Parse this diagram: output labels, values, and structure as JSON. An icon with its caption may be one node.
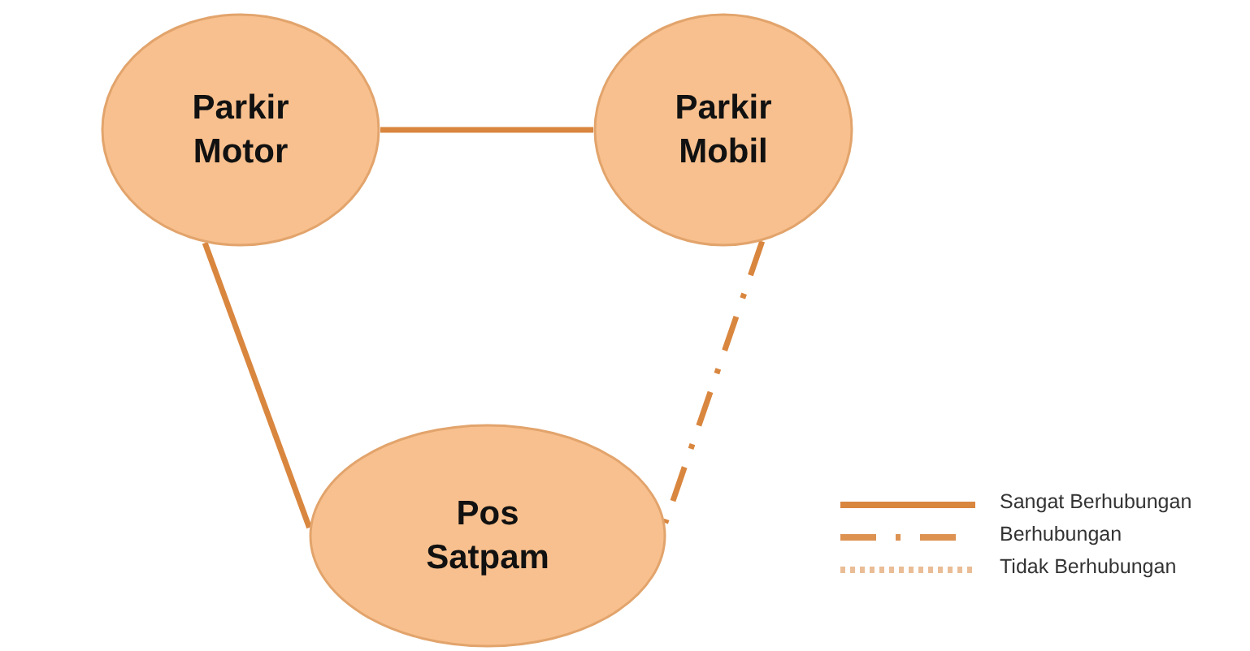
{
  "diagram": {
    "nodes": [
      {
        "text": [
          "Parkir Motor"
        ]
      },
      {
        "text": [
          "Parkir Mobil"
        ]
      },
      {
        "text": [
          "Pos Satpam"
        ]
      }
    ],
    "edges": [
      {
        "from": 0,
        "to": 1,
        "arrow": "none"
      },
      {
        "from": 0,
        "to": 2,
        "arrow": "none"
      },
      {
        "from": 1,
        "to": 2,
        "arrow": "none",
        "style": "dashed"
      }
    ],
    "legend": [
      {
        "text": "Sangat Berhubungan"
      },
      {
        "text": "Berhubungan"
      },
      {
        "text": "Tidak Berhubungan"
      }
    ]
  }
}
